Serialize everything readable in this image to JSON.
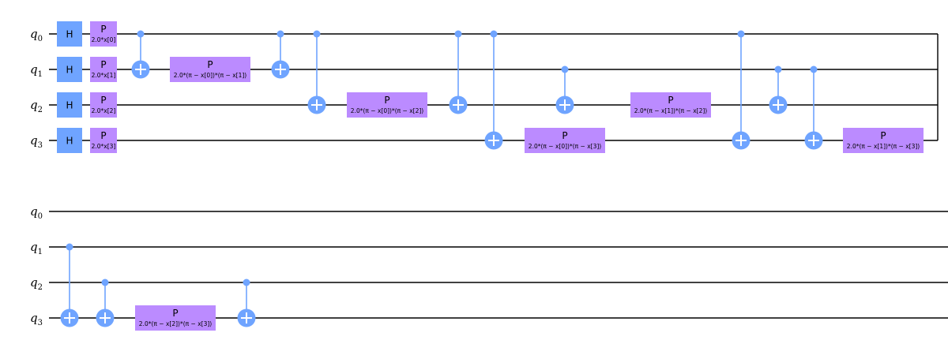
{
  "colors": {
    "h_gate": "#6fa4ff",
    "p_gate": "#bb8bff",
    "cx": "#6fa4ff",
    "wire": "#000000"
  },
  "qubit_prefix": "q",
  "qubits": [
    "0",
    "1",
    "2",
    "3"
  ],
  "h_label": "H",
  "p_label": "P",
  "rows": [
    {
      "ops": [
        {
          "type": "H",
          "qubit": 0,
          "col": 0
        },
        {
          "type": "H",
          "qubit": 1,
          "col": 0
        },
        {
          "type": "H",
          "qubit": 2,
          "col": 0
        },
        {
          "type": "H",
          "qubit": 3,
          "col": 0
        },
        {
          "type": "P",
          "qubit": 0,
          "col": 1,
          "param": "2.0*x[0]"
        },
        {
          "type": "P",
          "qubit": 1,
          "col": 1,
          "param": "2.0*x[1]"
        },
        {
          "type": "P",
          "qubit": 2,
          "col": 1,
          "param": "2.0*x[2]"
        },
        {
          "type": "P",
          "qubit": 3,
          "col": 1,
          "param": "2.0*x[3]"
        },
        {
          "type": "CX",
          "control": 0,
          "target": 1,
          "col": 2
        },
        {
          "type": "P",
          "qubit": 1,
          "col": 3,
          "param": "2.0*(π − x[0])*(π − x[1])"
        },
        {
          "type": "CX",
          "control": 0,
          "target": 1,
          "col": 4
        },
        {
          "type": "CX",
          "control": 0,
          "target": 2,
          "col": 5
        },
        {
          "type": "P",
          "qubit": 2,
          "col": 6,
          "param": "2.0*(π − x[0])*(π − x[2])"
        },
        {
          "type": "CX",
          "control": 0,
          "target": 2,
          "col": 7
        },
        {
          "type": "CX",
          "control": 0,
          "target": 3,
          "col": 8
        },
        {
          "type": "P",
          "qubit": 3,
          "col": 9,
          "param": "2.0*(π − x[0])*(π − x[3])"
        },
        {
          "type": "CX",
          "control": 1,
          "target": 2,
          "col": 10
        },
        {
          "type": "P",
          "qubit": 2,
          "col": 11,
          "param": "2.0*(π − x[1])*(π − x[2])"
        },
        {
          "type": "CX",
          "control": 0,
          "target": 3,
          "col": 12
        },
        {
          "type": "CX",
          "control": 1,
          "target": 2,
          "col": 13
        },
        {
          "type": "CX",
          "control": 1,
          "target": 3,
          "col": 14
        },
        {
          "type": "P",
          "qubit": 3,
          "col": 15,
          "param": "2.0*(π − x[1])*(π − x[3])"
        }
      ]
    },
    {
      "ops": [
        {
          "type": "CX",
          "control": 1,
          "target": 3,
          "col": 0
        },
        {
          "type": "CX",
          "control": 2,
          "target": 3,
          "col": 1
        },
        {
          "type": "P",
          "qubit": 3,
          "col": 2,
          "param": "2.0*(π − x[2])*(π − x[3])"
        },
        {
          "type": "CX",
          "control": 2,
          "target": 3,
          "col": 3
        }
      ]
    }
  ]
}
